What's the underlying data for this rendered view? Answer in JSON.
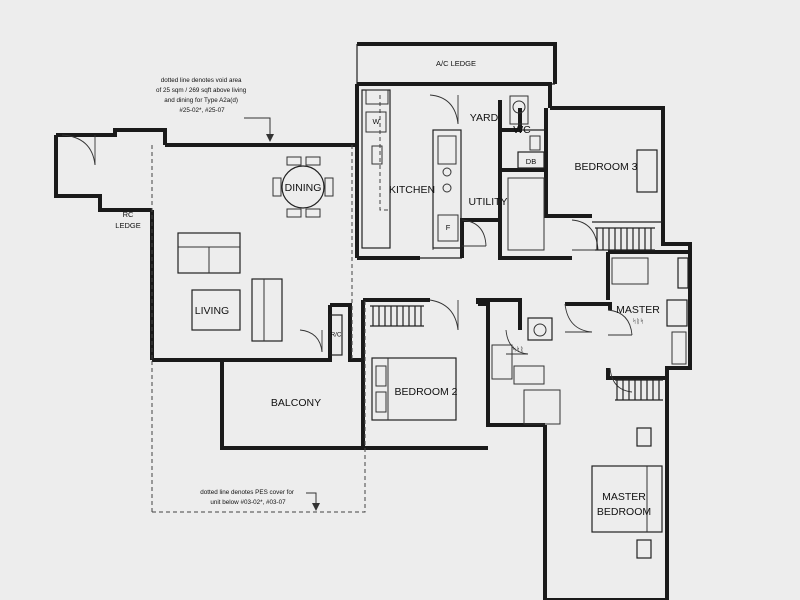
{
  "rooms": {
    "ac_ledge": "A/C LEDGE",
    "yard": "YARD",
    "wc": "WC",
    "db": "DB",
    "kitchen": "KITCHEN",
    "utility": "UTILITY",
    "dining": "DINING",
    "living": "LIVING",
    "balcony": "BALCONY",
    "bedroom2": "BEDROOM 2",
    "bedroom3": "BEDROOM 3",
    "master_bath": "MASTER",
    "master_bedroom_1": "MASTER",
    "master_bedroom_2": "BEDROOM",
    "rc_ledge_1": "RC",
    "rc_ledge_2": "LEDGE"
  },
  "fixtures": {
    "washer": "W",
    "fridge": "F",
    "rc_small": "R/C",
    "bath_label_master": "ᛋᚱᛋ",
    "bath_label_common": "ᛋᛋᚱ"
  },
  "notes": {
    "void": [
      "dotted line denotes void area",
      "of 25 sqm / 269 sqft above living",
      "and dining for Type A2a(d)",
      "#25-02*, #25-07"
    ],
    "pes": [
      "dotted line denotes PES cover for",
      "unit below #03-02*, #03-07"
    ]
  }
}
